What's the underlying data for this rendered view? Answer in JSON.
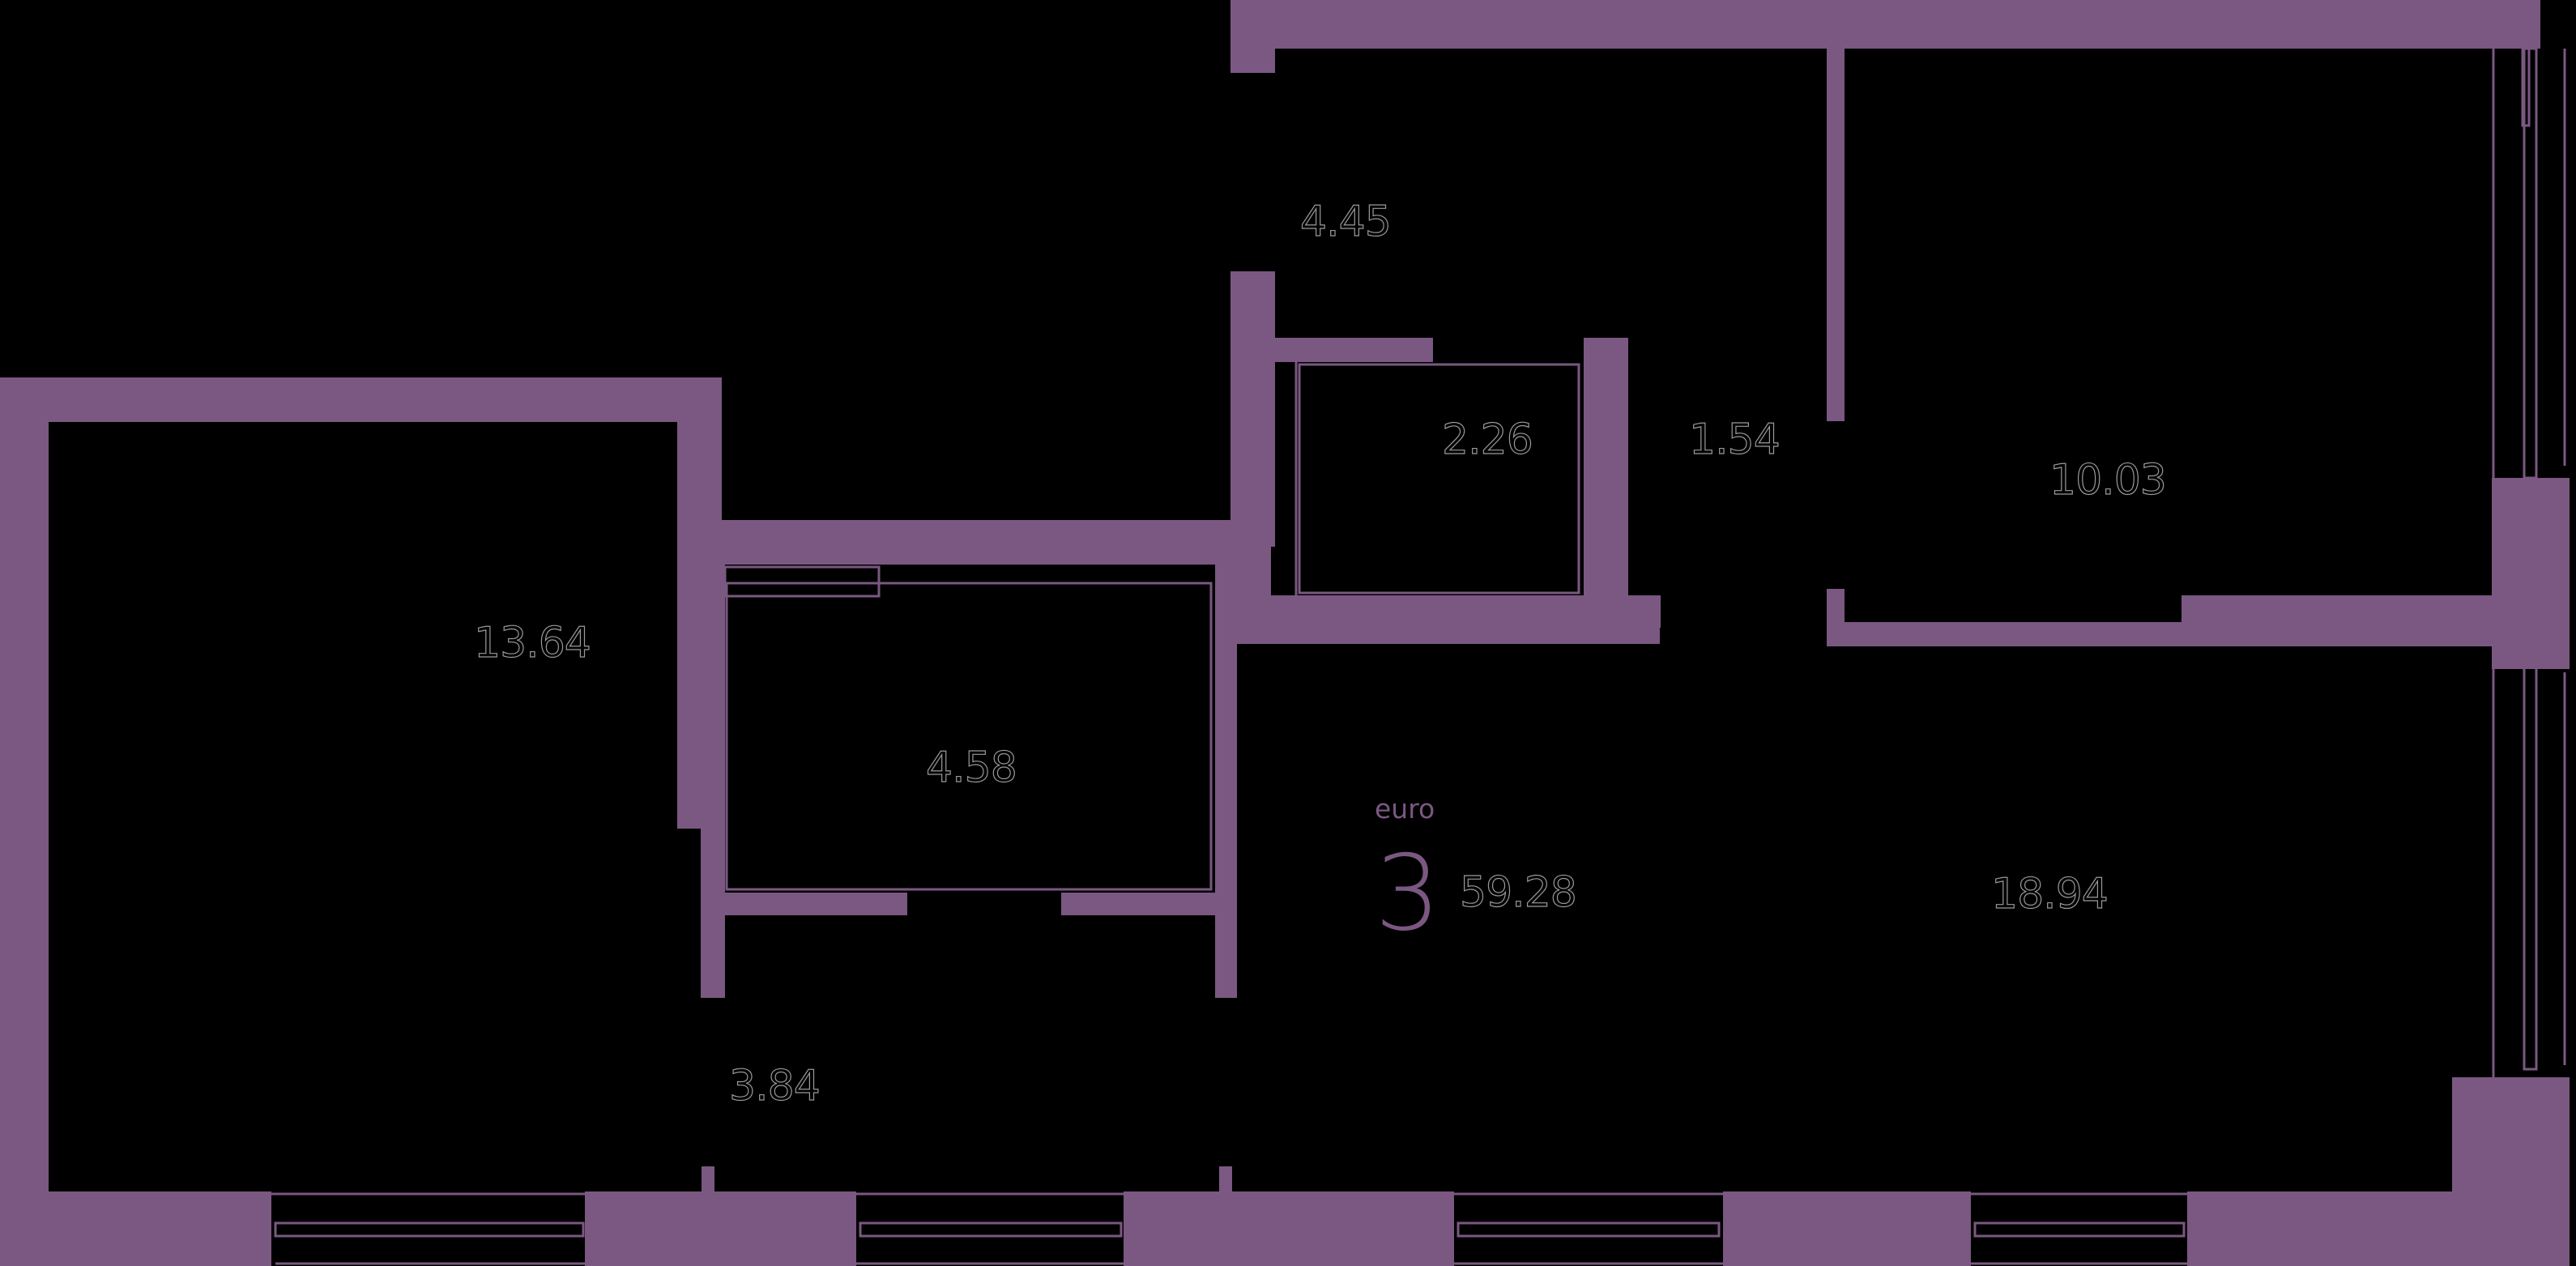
{
  "plan": {
    "type": "apartment-floor-plan",
    "layout_type": "euro",
    "rooms_count": "3",
    "total_area": "59.28",
    "wall_color": "#7a5881",
    "background_color": "#000000",
    "rooms": [
      {
        "id": "hall",
        "area": "4.45"
      },
      {
        "id": "bathroom",
        "area": "2.26"
      },
      {
        "id": "corridor",
        "area": "1.54"
      },
      {
        "id": "bedroom-right",
        "area": "10.03"
      },
      {
        "id": "bedroom-left",
        "area": "13.64"
      },
      {
        "id": "wardrobe",
        "area": "4.58"
      },
      {
        "id": "kitchen-living",
        "area": "18.94"
      },
      {
        "id": "passage",
        "area": "3.84"
      }
    ]
  }
}
